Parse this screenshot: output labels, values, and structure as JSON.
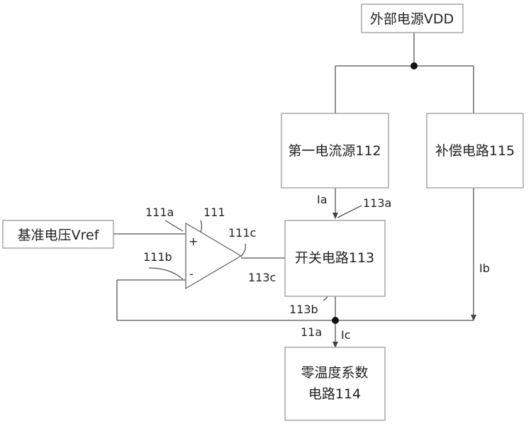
{
  "blocks": {
    "vdd": "外部电源VDD",
    "current_source": "第一电流源112",
    "compensation": "补偿电路115",
    "vref": "基准电压Vref",
    "switch": "开关电路113",
    "zero_tc_line1": "零温度系数",
    "zero_tc_line2": "电路114"
  },
  "opamp": {
    "ref": "111",
    "plus_sign": "+",
    "minus_sign": "-"
  },
  "pins": {
    "in_plus": "111a",
    "in_minus": "111b",
    "out": "111c",
    "switch_in": "113a",
    "switch_ctrl": "113c",
    "switch_out": "113b",
    "zero_tc_in": "11a"
  },
  "currents": {
    "ia": "Ia",
    "ib": "Ib",
    "ic": "Ic"
  },
  "colors": {
    "line": "#555555",
    "box_border": "#999999",
    "text": "#222222"
  }
}
